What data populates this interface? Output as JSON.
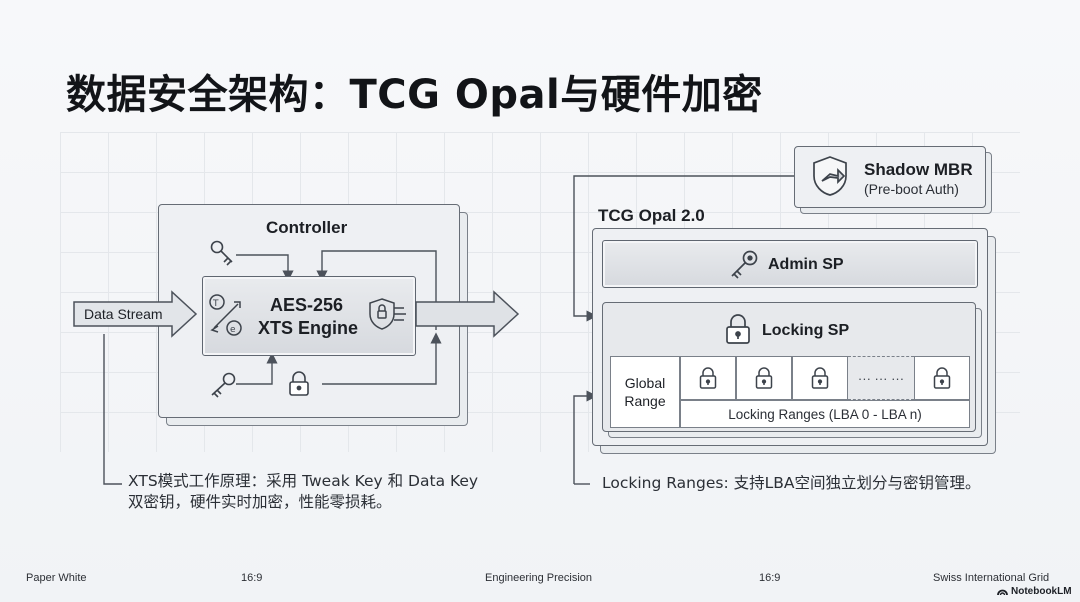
{
  "title": "数据安全架构：TCG Opal与硬件加密",
  "controller": {
    "label": "Controller",
    "engine_line1": "AES-256",
    "engine_line2": "XTS Engine"
  },
  "data_stream": "Data Stream",
  "shadow_mbr": {
    "title": "Shadow MBR",
    "subtitle": "(Pre-boot Auth)"
  },
  "opal": {
    "label": "TCG Opal 2.0",
    "admin_sp": "Admin SP",
    "locking_sp": "Locking SP",
    "global_range_line1": "Global",
    "global_range_line2": "Range",
    "ellipsis": "··· ··· ···",
    "locking_ranges": "Locking Ranges (LBA 0 - LBA n)"
  },
  "notes": {
    "xts_line1": "XTS模式工作原理：采用 Tweak Key 和 Data Key",
    "xts_line2": "双密钥，硬件实时加密，性能零损耗。",
    "locking": "Locking Ranges: 支持LBA空间独立划分与密钥管理。"
  },
  "footer": {
    "left": "Paper White",
    "ratio1": "16:9",
    "center": "Engineering Precision",
    "ratio2": "16:9",
    "right": "Swiss International Grid",
    "brand": "NotebookLM"
  },
  "icons": {
    "key": "key-icon",
    "lock": "padlock-icon",
    "shield": "shield-icon",
    "circuit_shield": "circuit-shield-icon"
  },
  "colors": {
    "background": "#f3f4f6",
    "panel": "#eef0f3",
    "stroke": "#5f6670",
    "text": "#1d2026"
  }
}
